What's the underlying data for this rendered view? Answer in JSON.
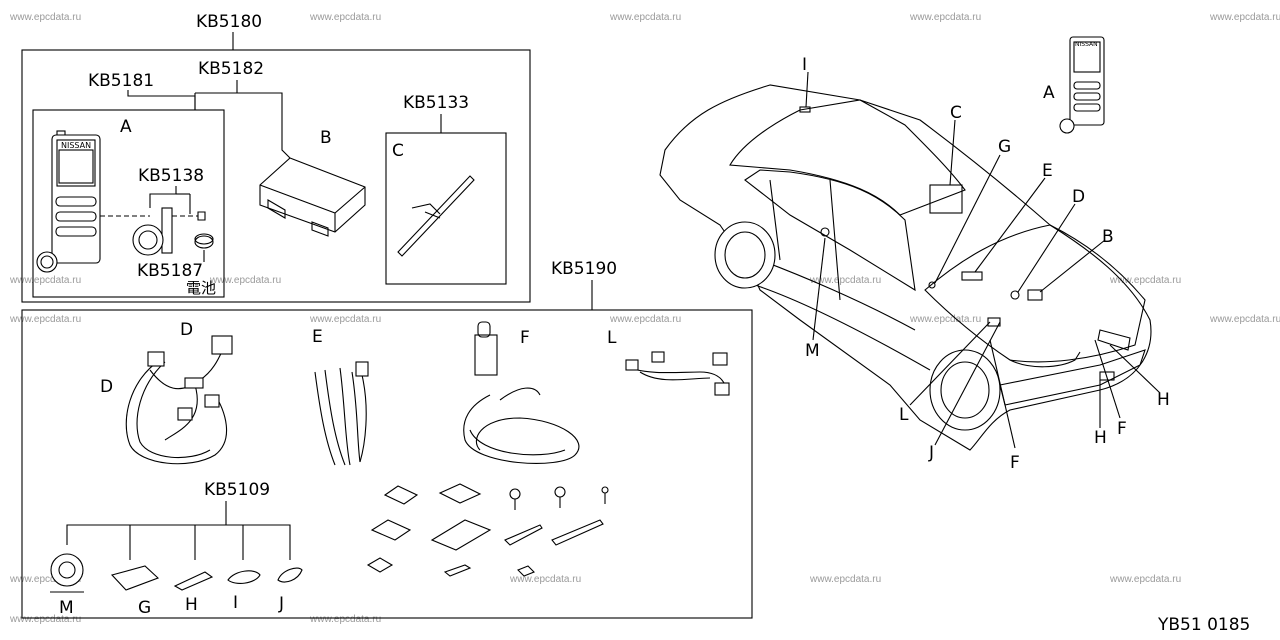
{
  "watermark": "www.epcdata.ru",
  "diagram_id": "YB51 0185",
  "groups": {
    "kb5180": "KB5180",
    "kb5181": "KB5181",
    "kb5182": "KB5182",
    "kb5133": "KB5133",
    "kb5138": "KB5138",
    "kb5187": "KB5187",
    "battery": "電池",
    "kb5190": "KB5190",
    "kb5109": "KB5109"
  },
  "remote_brand": "NISSAN",
  "part_letters": {
    "top_A": "A",
    "top_B": "B",
    "top_C": "C",
    "kit_D1": "D",
    "kit_D2": "D",
    "kit_E": "E",
    "kit_F": "F",
    "kit_L": "L",
    "kb5109_M": "M",
    "kb5109_G": "G",
    "kb5109_H": "H",
    "kb5109_I": "I",
    "kb5109_J": "J"
  },
  "callouts": {
    "car_A": "A",
    "car_I": "I",
    "car_C": "C",
    "car_G": "G",
    "car_E": "E",
    "car_D": "D",
    "car_B": "B",
    "car_M": "M",
    "car_L": "L",
    "car_J": "J",
    "car_F1": "F",
    "car_H1": "H",
    "car_F2": "F",
    "car_H2": "H"
  }
}
